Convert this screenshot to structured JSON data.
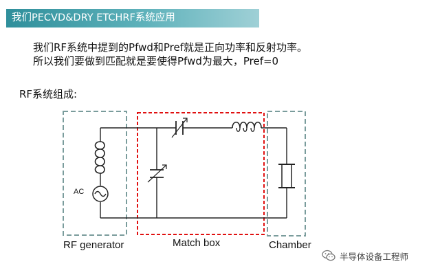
{
  "header": {
    "title": "我们PECVD&DRY ETCHRF系统应用"
  },
  "body": {
    "line1": "我们RF系统中提到的Pfwd和Pref就是正向功率和反射功率。",
    "line2": "所以我们要做到匹配就是要使得Pfwd为最大，Pref=0",
    "subheading": "RF系统组成:"
  },
  "diagram": {
    "source_label": "AC",
    "rf_generator_label": "RF generator",
    "match_box_label": "Match box",
    "chamber_label": "Chamber",
    "generator_box_color": "#7a9c9c",
    "match_box_color": "#e01010",
    "chamber_box_color": "#7a9c9c",
    "wire_color": "#222222"
  },
  "watermark": {
    "text": "半导体设备工程师",
    "icon": "wechat-icon"
  }
}
